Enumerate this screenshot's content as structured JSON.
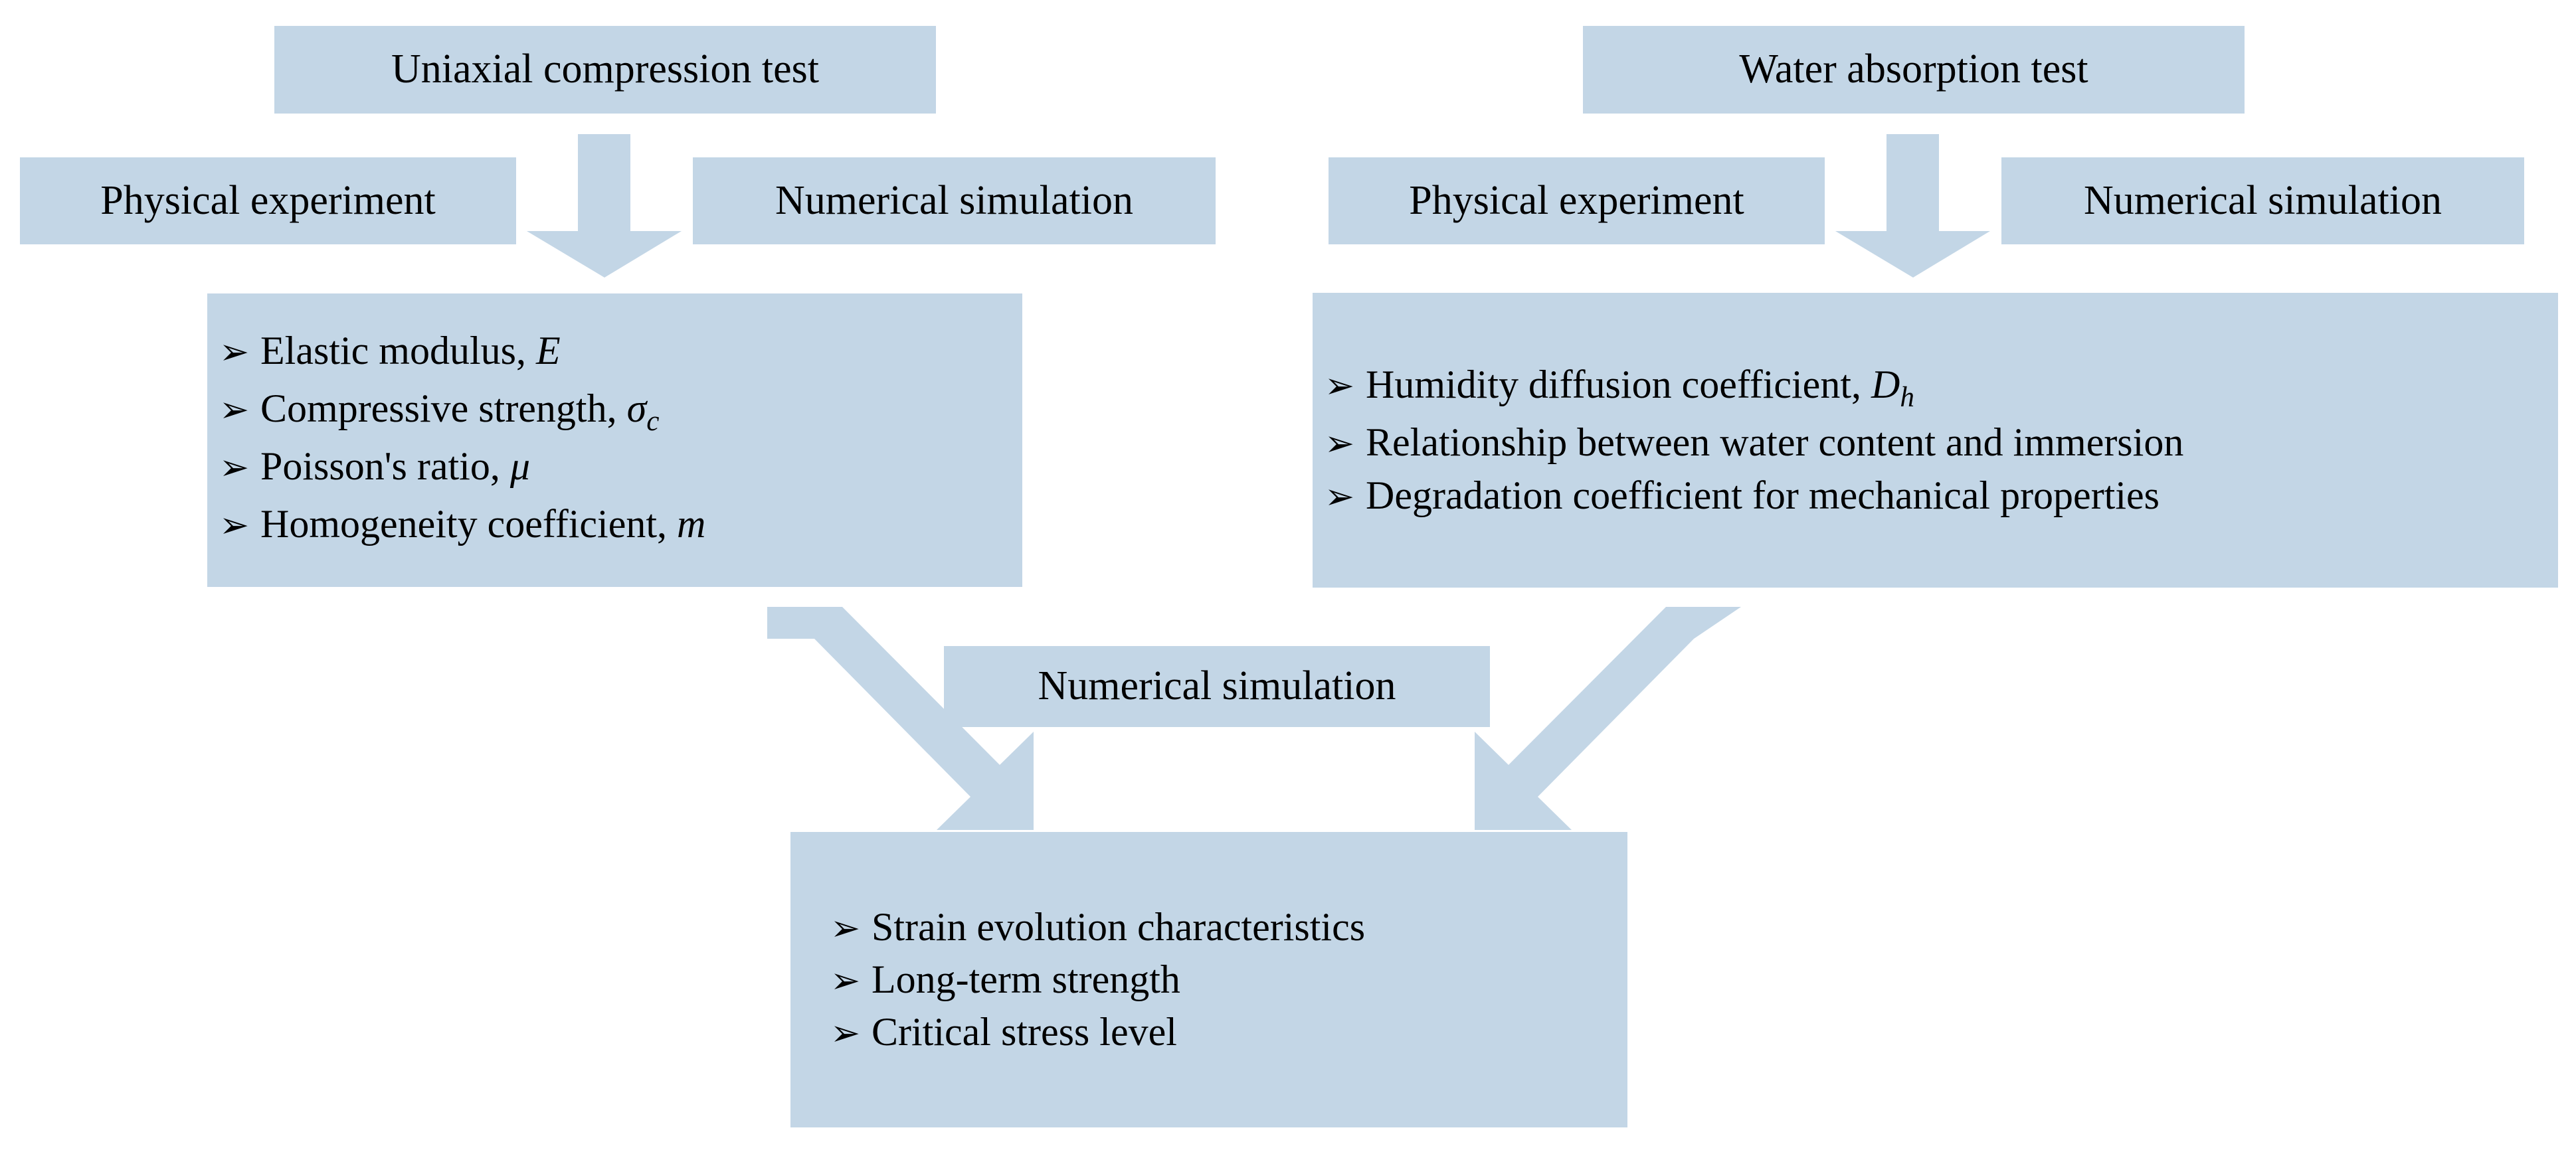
{
  "theme": {
    "box_fill": "#c3d6e6",
    "text_color": "#000000",
    "background": "#ffffff",
    "arrow_fill": "#c3d6e6"
  },
  "left_branch": {
    "title": "Uniaxial compression test",
    "method_left": "Physical experiment",
    "method_right": "Numerical simulation",
    "results": [
      {
        "bullet": "➢",
        "text": "Elastic modulus, ",
        "symbol": "E",
        "symbol_sub": ""
      },
      {
        "bullet": "➢",
        "text": "Compressive strength, ",
        "symbol": "σ",
        "symbol_sub": "c"
      },
      {
        "bullet": "➢",
        "text": "Poisson's ratio, ",
        "symbol": "μ",
        "symbol_sub": ""
      },
      {
        "bullet": "➢",
        "text": "Homogeneity coefficient, ",
        "symbol": "m",
        "symbol_sub": ""
      }
    ]
  },
  "right_branch": {
    "title": "Water absorption test",
    "method_left": "Physical experiment",
    "method_right": "Numerical simulation",
    "results": [
      {
        "bullet": "➢",
        "text": "Humidity diffusion coefficient, ",
        "symbol": "D",
        "symbol_sub": "h"
      },
      {
        "bullet": "➢",
        "text": "Relationship between water content and immersion",
        "symbol": "",
        "symbol_sub": ""
      },
      {
        "bullet": "➢",
        "text": "Degradation coefficient for mechanical properties",
        "symbol": "",
        "symbol_sub": ""
      }
    ]
  },
  "merge": {
    "label": "Numerical simulation",
    "outcomes": [
      {
        "bullet": "➢",
        "text": "Strain evolution characteristics"
      },
      {
        "bullet": "➢",
        "text": "Long-term strength"
      },
      {
        "bullet": "➢",
        "text": "Critical stress level"
      }
    ]
  },
  "arrows": [
    {
      "name": "arrow-left-down",
      "direction": "down"
    },
    {
      "name": "arrow-right-down",
      "direction": "down"
    },
    {
      "name": "arrow-left-diagonal",
      "direction": "down-right"
    },
    {
      "name": "arrow-right-diagonal",
      "direction": "down-left"
    }
  ]
}
